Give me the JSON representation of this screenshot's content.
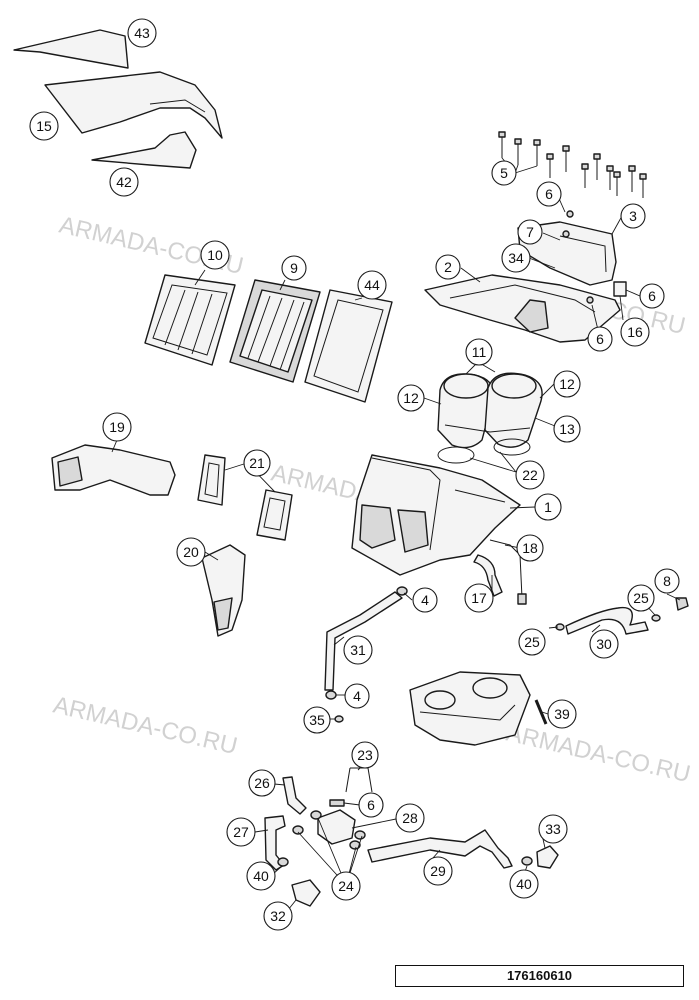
{
  "diagram_code": "176160610",
  "watermark_text": "ARMADA-CO.RU",
  "callouts": [
    {
      "id": "c43",
      "label": "43"
    },
    {
      "id": "c15",
      "label": "15"
    },
    {
      "id": "c42",
      "label": "42"
    },
    {
      "id": "c5",
      "label": "5"
    },
    {
      "id": "c6a",
      "label": "6"
    },
    {
      "id": "c3",
      "label": "3"
    },
    {
      "id": "c7",
      "label": "7"
    },
    {
      "id": "c34",
      "label": "34"
    },
    {
      "id": "c2",
      "label": "2"
    },
    {
      "id": "c6b",
      "label": "6"
    },
    {
      "id": "c6c",
      "label": "6"
    },
    {
      "id": "c16",
      "label": "16"
    },
    {
      "id": "c10",
      "label": "10"
    },
    {
      "id": "c9",
      "label": "9"
    },
    {
      "id": "c44",
      "label": "44"
    },
    {
      "id": "c11",
      "label": "11"
    },
    {
      "id": "c12a",
      "label": "12"
    },
    {
      "id": "c12b",
      "label": "12"
    },
    {
      "id": "c13",
      "label": "13"
    },
    {
      "id": "c19",
      "label": "19"
    },
    {
      "id": "c21",
      "label": "21"
    },
    {
      "id": "c22",
      "label": "22"
    },
    {
      "id": "c1",
      "label": "1"
    },
    {
      "id": "c18",
      "label": "18"
    },
    {
      "id": "c20",
      "label": "20"
    },
    {
      "id": "c4a",
      "label": "4"
    },
    {
      "id": "c17",
      "label": "17"
    },
    {
      "id": "c8",
      "label": "8"
    },
    {
      "id": "c25a",
      "label": "25"
    },
    {
      "id": "c25b",
      "label": "25"
    },
    {
      "id": "c30",
      "label": "30"
    },
    {
      "id": "c31",
      "label": "31"
    },
    {
      "id": "c4b",
      "label": "4"
    },
    {
      "id": "c35",
      "label": "35"
    },
    {
      "id": "c39",
      "label": "39"
    },
    {
      "id": "c23",
      "label": "23"
    },
    {
      "id": "c26",
      "label": "26"
    },
    {
      "id": "c6d",
      "label": "6"
    },
    {
      "id": "c28",
      "label": "28"
    },
    {
      "id": "c27",
      "label": "27"
    },
    {
      "id": "c33",
      "label": "33"
    },
    {
      "id": "c29",
      "label": "29"
    },
    {
      "id": "c40a",
      "label": "40"
    },
    {
      "id": "c24",
      "label": "24"
    },
    {
      "id": "c40b",
      "label": "40"
    },
    {
      "id": "c32",
      "label": "32"
    }
  ]
}
